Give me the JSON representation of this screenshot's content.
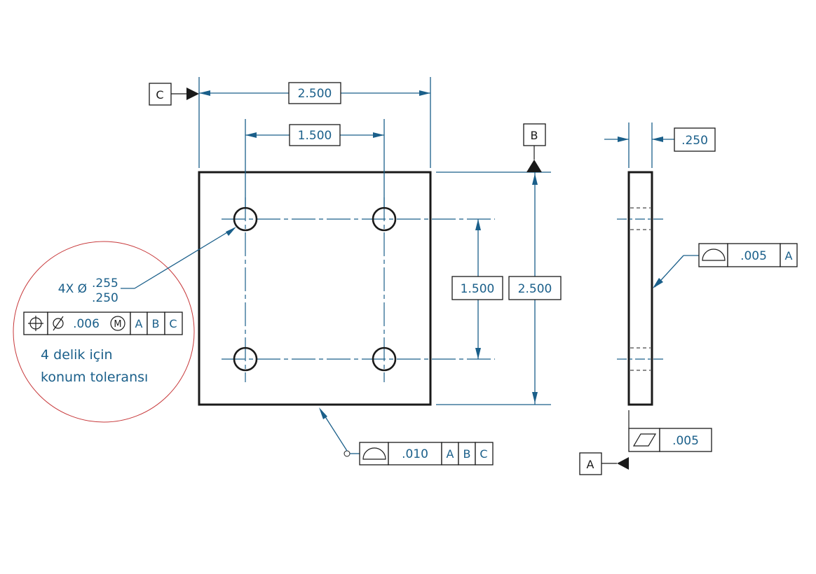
{
  "dimensions": {
    "top_overall": "2.500",
    "top_holes": "1.500",
    "right_holes": "1.500",
    "right_overall": "2.500",
    "thickness": ".250"
  },
  "datums": {
    "c": "C",
    "b": "B",
    "a": "A"
  },
  "hole_callout": {
    "count_prefix": "4X Ø",
    "upper_limit": ".255",
    "lower_limit": ".250",
    "fcf": {
      "tolerance_prefix": "Ø",
      "tolerance": ".006",
      "modifier": "M",
      "datum_1": "A",
      "datum_2": "B",
      "datum_3": "C"
    },
    "note_line1": "4 delik için",
    "note_line2": "konum toleransı"
  },
  "profile_bottom": {
    "tolerance": ".010",
    "datum_1": "A",
    "datum_2": "B",
    "datum_3": "C"
  },
  "profile_side": {
    "tolerance": ".005",
    "datum_1": "A"
  },
  "flatness": {
    "tolerance": ".005"
  },
  "colors": {
    "annotation": "#1a5f8a",
    "object": "#1a1a1a",
    "callout_circle": "#c7383a"
  },
  "icons": [
    "position-symbol-icon",
    "diameter-symbol-icon",
    "mmc-modifier-icon",
    "profile-of-surface-icon",
    "flatness-symbol-icon",
    "datum-triangle-icon"
  ]
}
